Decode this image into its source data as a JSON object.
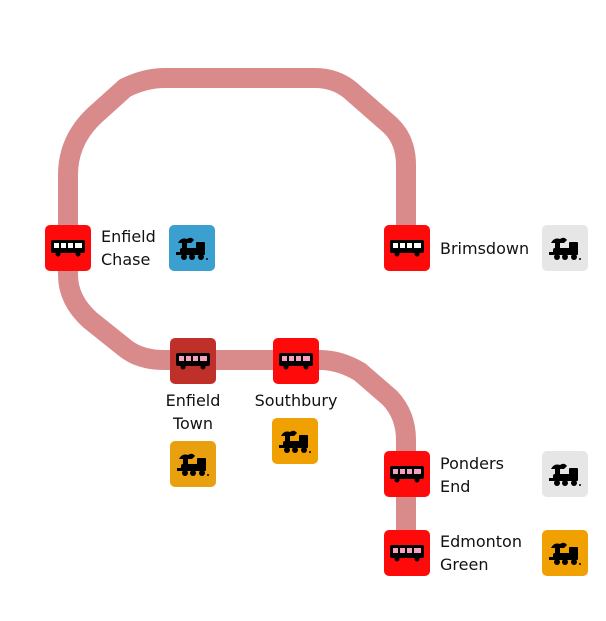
{
  "colors": {
    "route": "#d98a8a",
    "bus": "#ff0a0a",
    "bus_dark": "#cc0000",
    "train_blue": "#3b9fd0",
    "train_grey": "#e6e6e6",
    "train_orange": "#f0a000",
    "glyph": "#000000"
  },
  "stations": {
    "enfield_chase": {
      "line1": "Enfield",
      "line2": "Chase",
      "train_color": "blue",
      "bus_icon": "bus-icon",
      "train_icon": "steam-train-icon"
    },
    "brimsdown": {
      "line1": "Brimsdown",
      "line2": "",
      "train_color": "grey",
      "bus_icon": "bus-icon",
      "train_icon": "steam-train-icon"
    },
    "enfield_town": {
      "line1": "Enfield",
      "line2": "Town",
      "train_color": "orange",
      "bus_icon": "bus-icon",
      "train_icon": "steam-train-icon"
    },
    "southbury": {
      "line1": "Southbury",
      "line2": "",
      "train_color": "orange",
      "bus_icon": "bus-icon",
      "train_icon": "steam-train-icon"
    },
    "ponders_end": {
      "line1": "Ponders",
      "line2": "End",
      "train_color": "grey",
      "bus_icon": "bus-icon",
      "train_icon": "steam-train-icon"
    },
    "edmonton_green": {
      "line1": "Edmonton",
      "line2": "Green",
      "train_color": "orange",
      "bus_icon": "bus-icon",
      "train_icon": "steam-train-icon"
    }
  }
}
